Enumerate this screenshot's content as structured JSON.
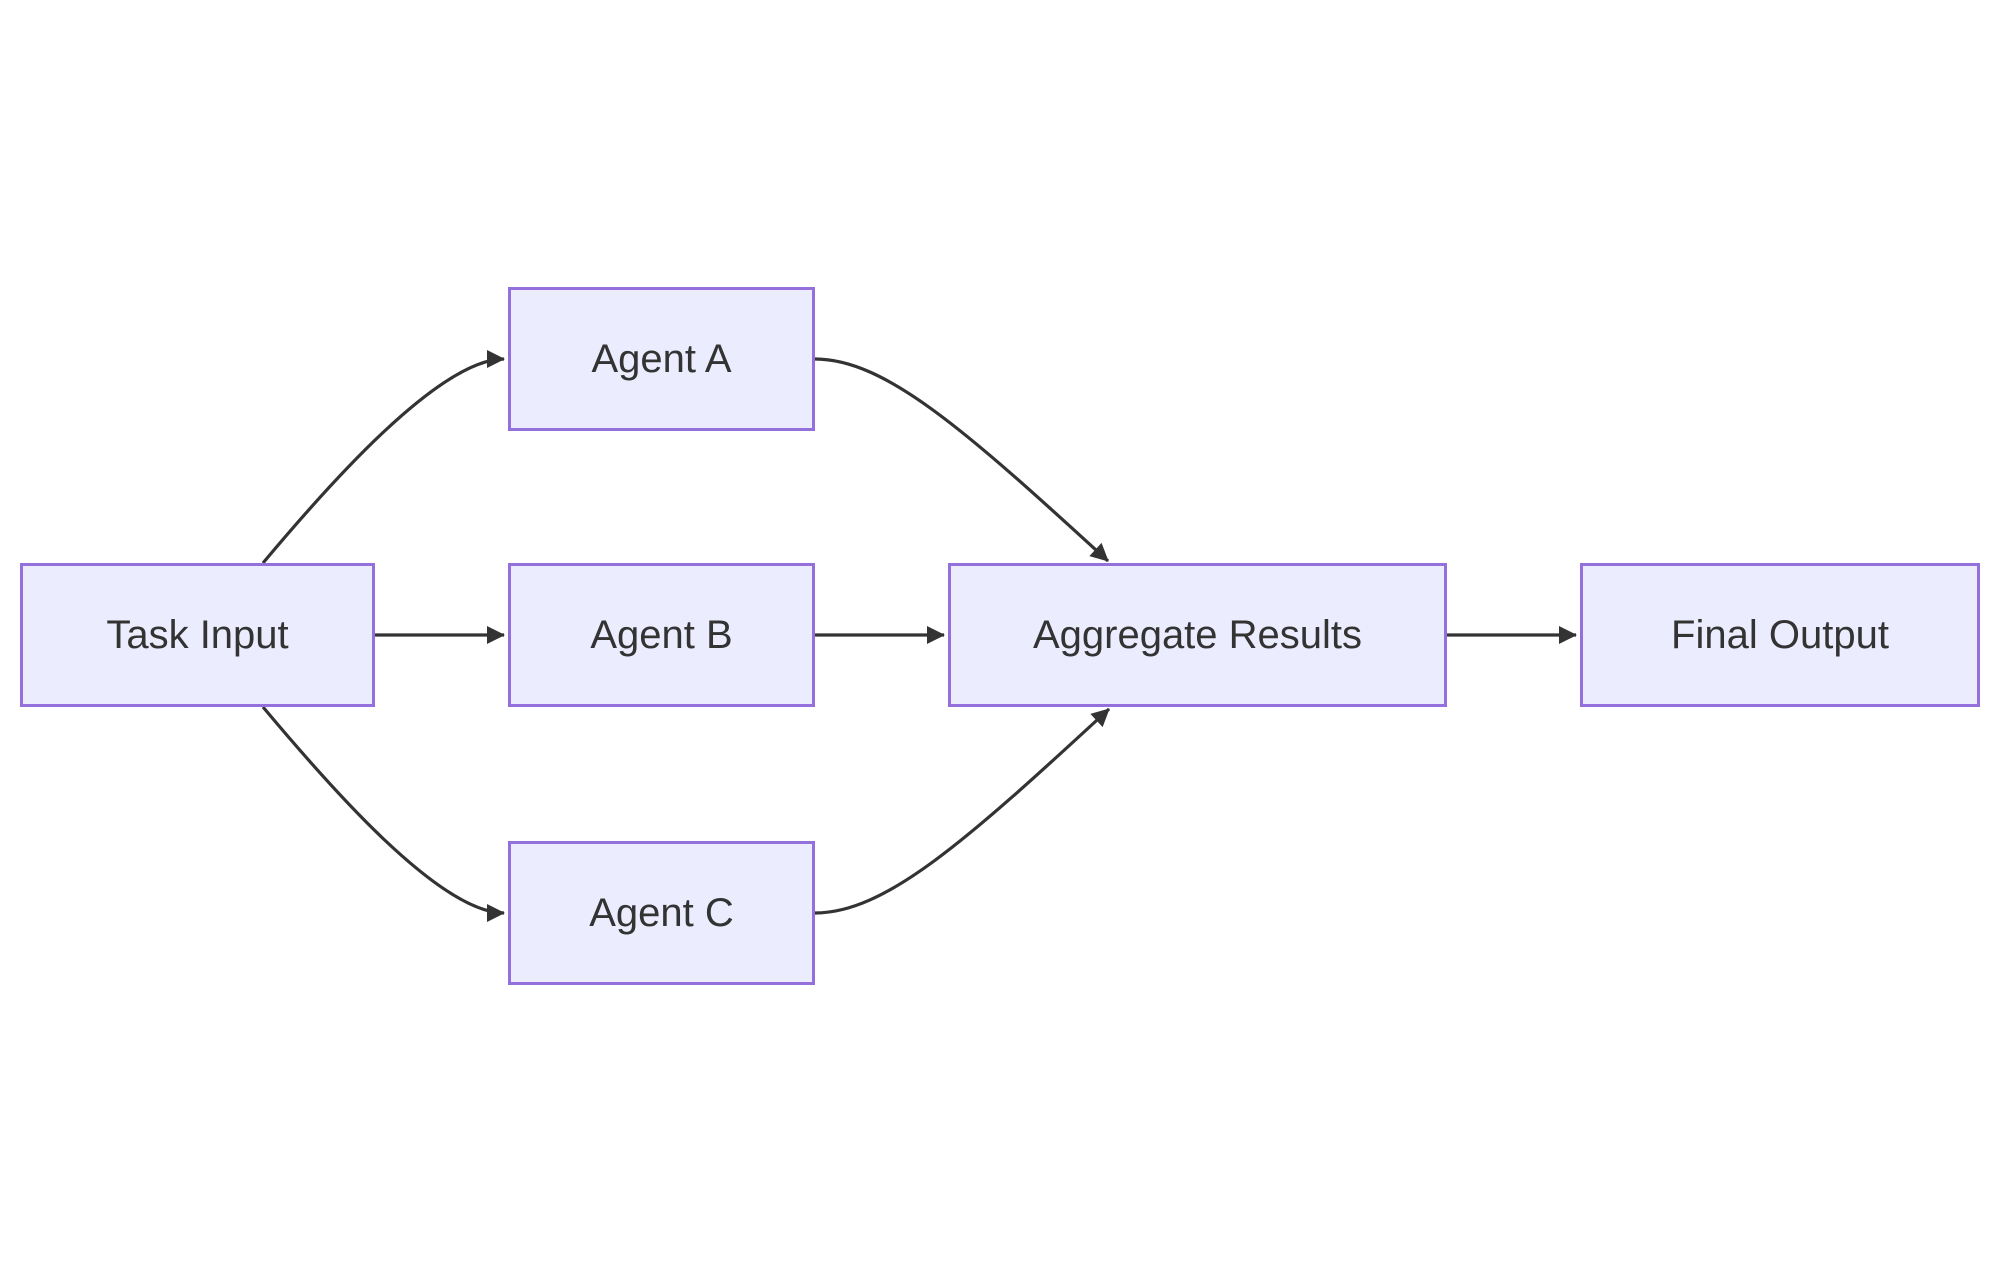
{
  "diagram": {
    "type": "flowchart",
    "direction": "left-to-right",
    "nodes": [
      {
        "id": "task-input",
        "label": "Task Input"
      },
      {
        "id": "agent-a",
        "label": "Agent A"
      },
      {
        "id": "agent-b",
        "label": "Agent B"
      },
      {
        "id": "agent-c",
        "label": "Agent C"
      },
      {
        "id": "aggregate-results",
        "label": "Aggregate Results"
      },
      {
        "id": "final-output",
        "label": "Final Output"
      }
    ],
    "edges": [
      {
        "from": "Task Input",
        "to": "Agent A"
      },
      {
        "from": "Task Input",
        "to": "Agent B"
      },
      {
        "from": "Task Input",
        "to": "Agent C"
      },
      {
        "from": "Agent A",
        "to": "Aggregate Results"
      },
      {
        "from": "Agent B",
        "to": "Aggregate Results"
      },
      {
        "from": "Agent C",
        "to": "Aggregate Results"
      },
      {
        "from": "Aggregate Results",
        "to": "Final Output"
      }
    ],
    "colors": {
      "node-fill": "#ECECFF",
      "node-border": "#9370DB",
      "edge-color": "#333333",
      "text-color": "#333333",
      "bg-color": "#FFFFFF"
    }
  }
}
